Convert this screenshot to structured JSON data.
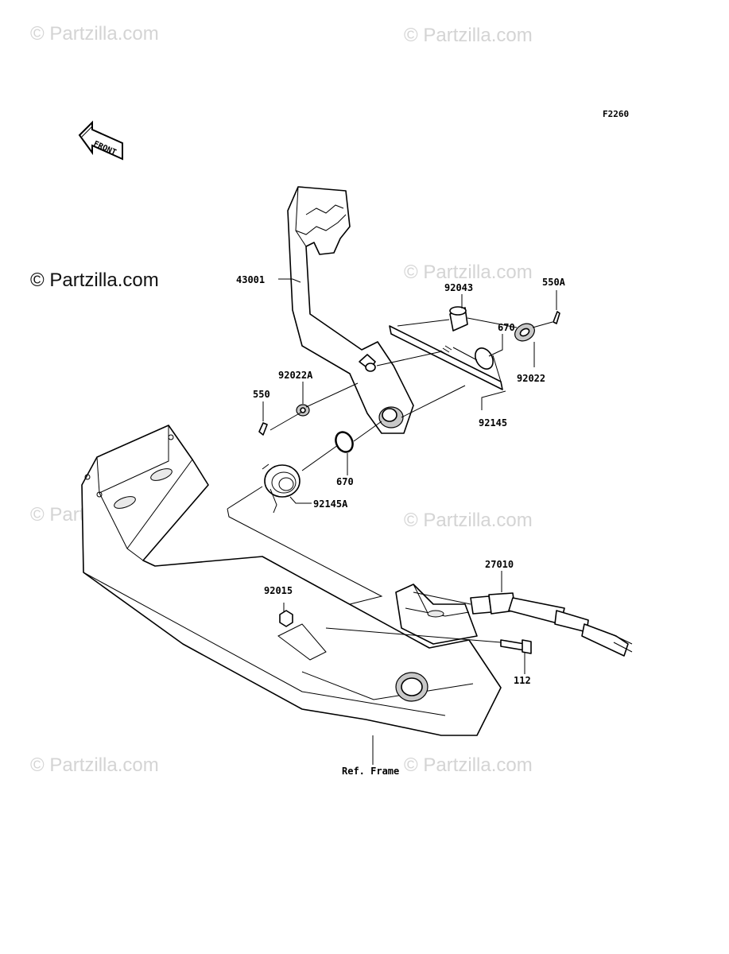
{
  "figure_code": "F2260",
  "front_label": "FRONT",
  "watermark": "© Partzilla.com",
  "parts": [
    {
      "id": "p-43001",
      "number": "43001"
    },
    {
      "id": "p-92043",
      "number": "92043"
    },
    {
      "id": "p-550a",
      "number": "550A"
    },
    {
      "id": "p-670-upper",
      "number": "670"
    },
    {
      "id": "p-92022",
      "number": "92022"
    },
    {
      "id": "p-92022a",
      "number": "92022A"
    },
    {
      "id": "p-550",
      "number": "550"
    },
    {
      "id": "p-92145",
      "number": "92145"
    },
    {
      "id": "p-670-lower",
      "number": "670"
    },
    {
      "id": "p-92145a",
      "number": "92145A"
    },
    {
      "id": "p-27010",
      "number": "27010"
    },
    {
      "id": "p-92015",
      "number": "92015"
    },
    {
      "id": "p-112",
      "number": "112"
    }
  ],
  "reference_label": "Ref. Frame"
}
